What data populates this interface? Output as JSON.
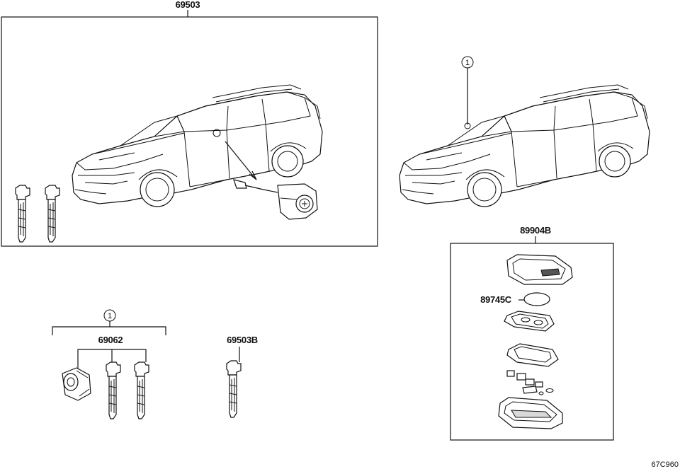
{
  "parts": {
    "door_lock_set": "69503",
    "key_blank": "69503B",
    "cylinder_key_set": "69062",
    "smart_key_transmitter": "89904B",
    "battery": "89745C"
  },
  "callouts": {
    "ref_1": "1"
  },
  "diagram_code": "67C960"
}
